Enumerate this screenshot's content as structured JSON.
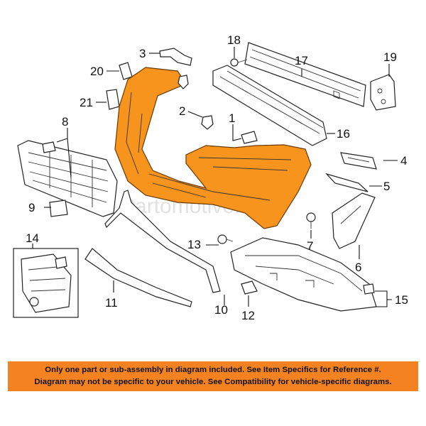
{
  "callouts": [
    "1",
    "2",
    "3",
    "4",
    "5",
    "6",
    "7",
    "8",
    "9",
    "10",
    "11",
    "12",
    "13",
    "14",
    "15",
    "16",
    "17",
    "18",
    "19",
    "20",
    "21"
  ],
  "watermark": "Partomotive.com",
  "colors": {
    "highlight": "#f7941d",
    "banner": "#f58220",
    "line": "#222222"
  },
  "disclaimer": {
    "line1": "Only one part or sub-assembly in diagram included. See Item Specifics for Reference #.",
    "line2": "Diagram may not be specific to your vehicle. See Compatibility for vehicle-specific diagrams."
  }
}
